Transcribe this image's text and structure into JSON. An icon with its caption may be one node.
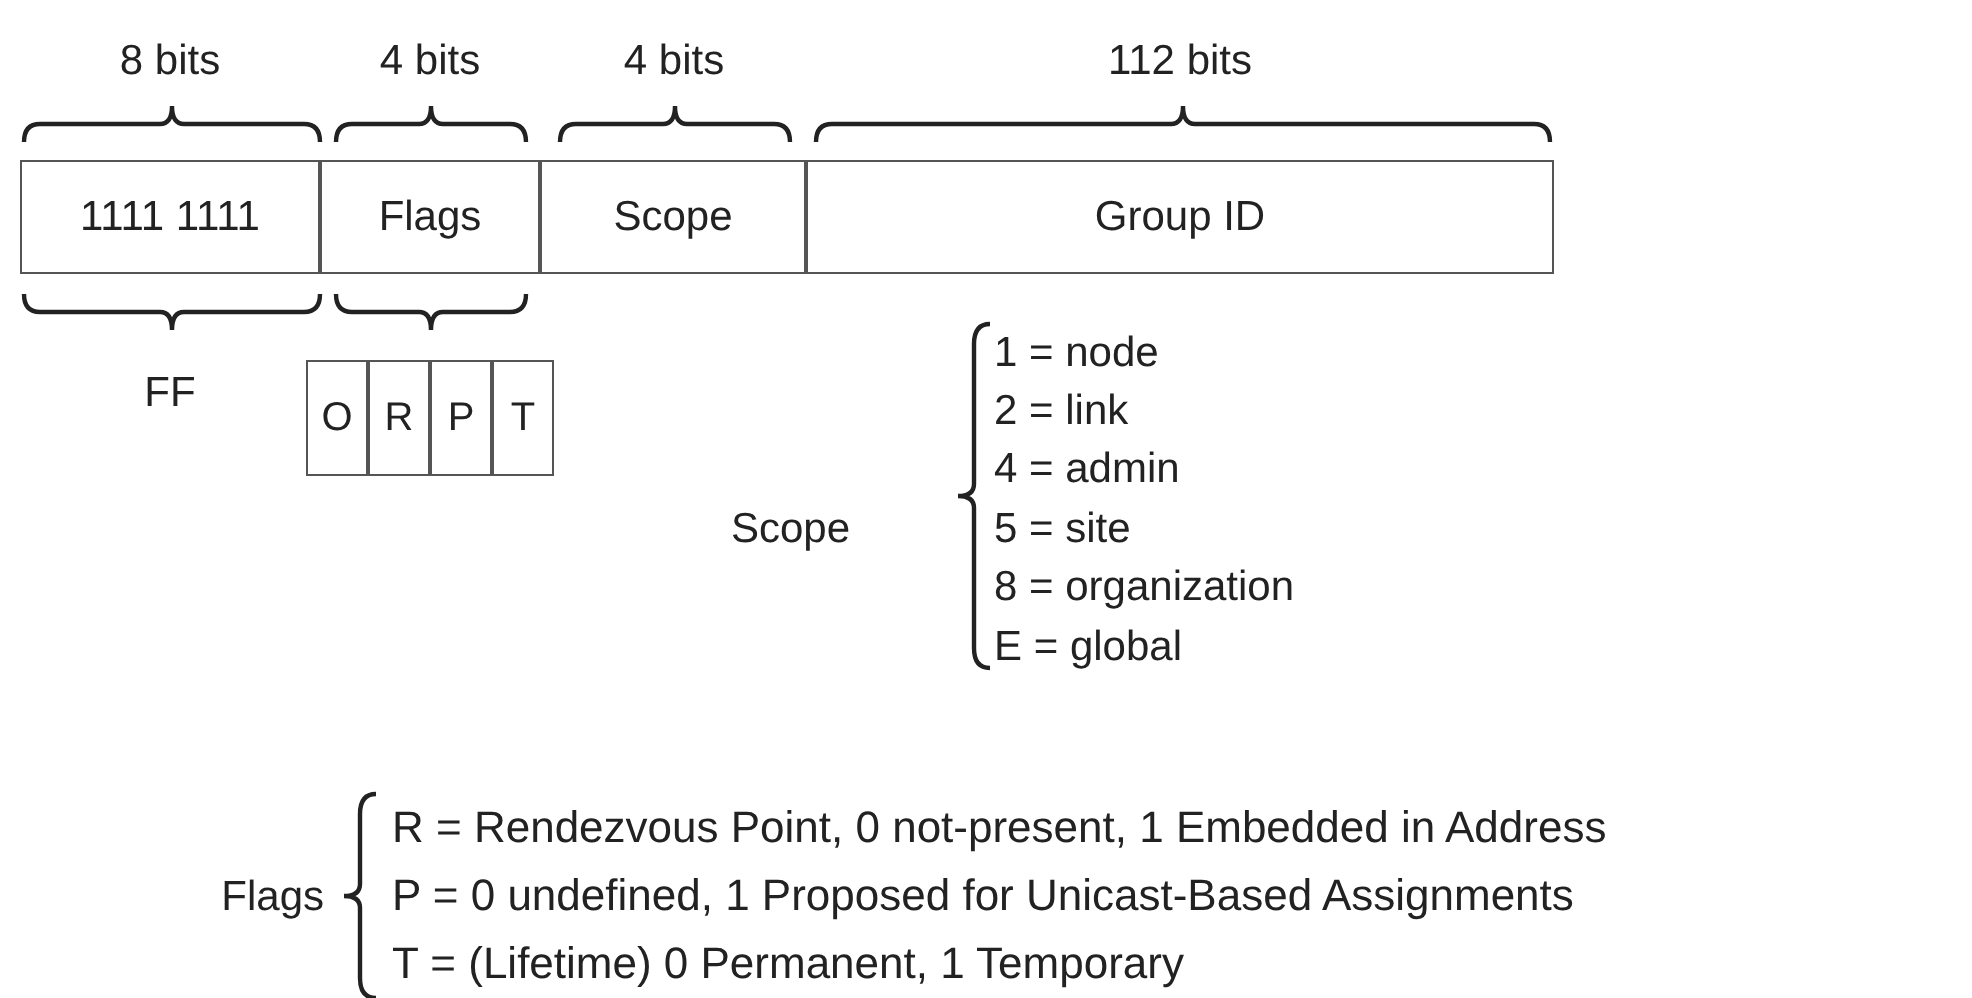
{
  "diagram": {
    "nodes": [
      {
        "text": [
          "1111 1111"
        ]
      },
      {
        "text": [
          "Flags"
        ]
      },
      {
        "text": [
          "Scope"
        ]
      },
      {
        "text": [
          "Group ID"
        ]
      },
      {
        "text": [
          "O"
        ]
      },
      {
        "text": [
          "R"
        ]
      },
      {
        "text": [
          "P"
        ]
      },
      {
        "text": [
          "T"
        ]
      }
    ],
    "labels": [
      "8 bits",
      "4 bits",
      "4 bits",
      "112 bits",
      "FF",
      "Scope",
      "1 = node",
      "2 = link",
      "4 = admin",
      "5 = site",
      "8 = organization",
      "E = global",
      "Flags",
      "R = Rendezvous Point, 0 not-present, 1 Embedded in Address",
      "P = 0 undefined, 1 Proposed for Unicast-Based Assignments",
      "T = (Lifetime) 0 Permanent, 1 Temporary"
    ]
  }
}
